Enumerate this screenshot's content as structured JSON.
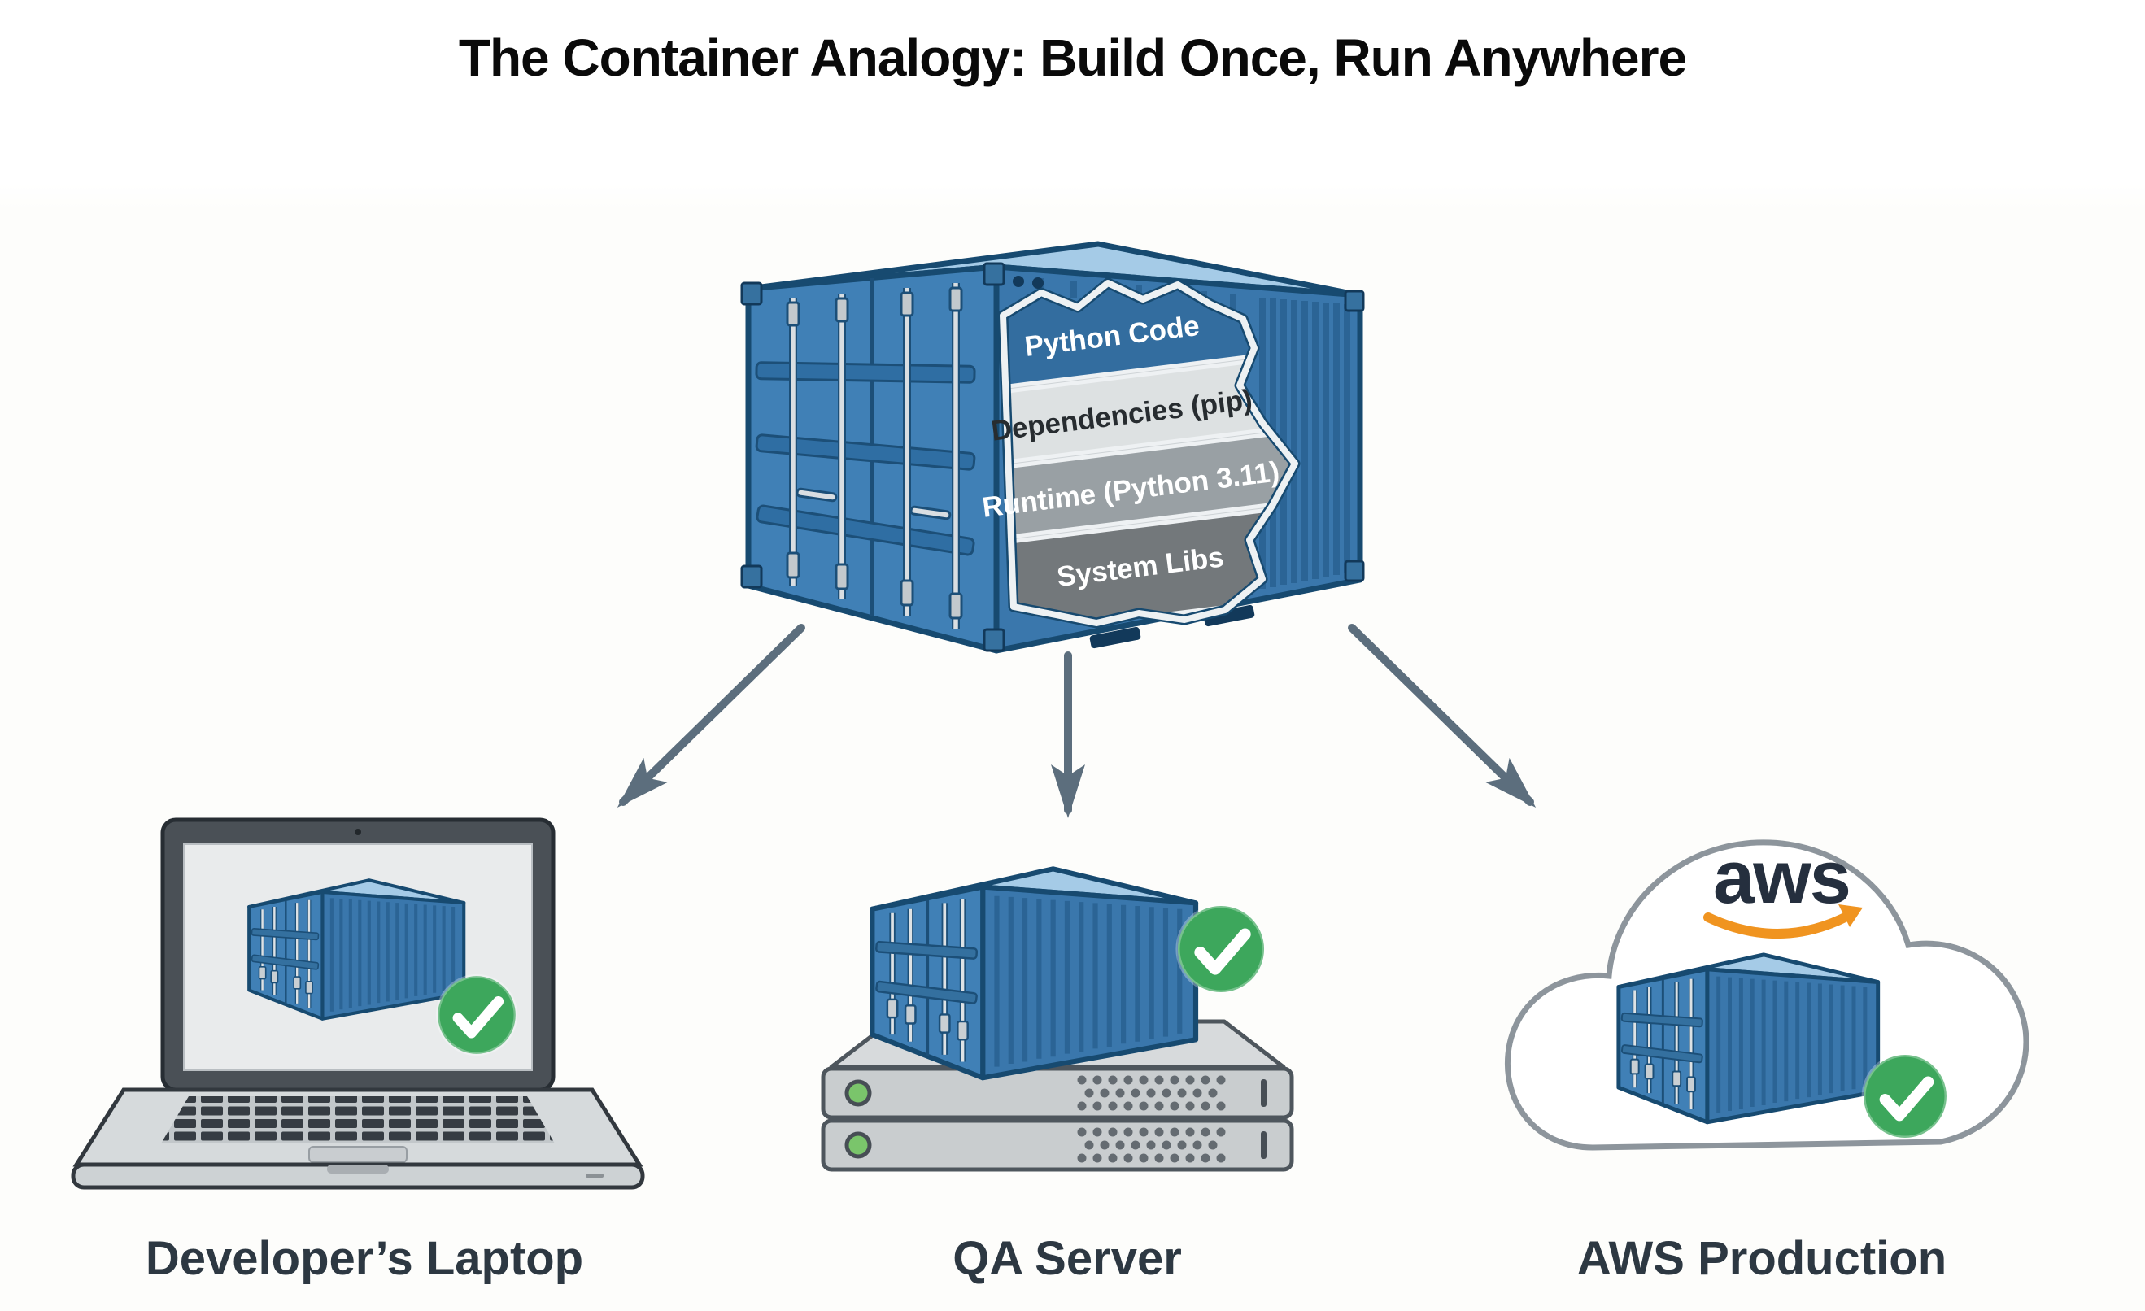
{
  "title": "The Container Analogy: Build Once, Run Anywhere",
  "container": {
    "description": "shipping container cutaway revealing image layers",
    "layers": [
      {
        "label": "Python Code",
        "bg": "#336d9f",
        "text_color": "#ffffff"
      },
      {
        "label": "Dependencies (pip)",
        "bg": "#dde1e2",
        "text_color": "#272c30"
      },
      {
        "label": "Runtime (Python 3.11)",
        "bg": "#99a0a4",
        "text_color": "#ffffff"
      },
      {
        "label": "System Libs",
        "bg": "#73787b",
        "text_color": "#ffffff"
      }
    ]
  },
  "targets": [
    {
      "label": "Developer’s Laptop",
      "status_icon": "check-circle"
    },
    {
      "label": "QA Server",
      "status_icon": "check-circle"
    },
    {
      "label": "AWS Production",
      "status_icon": "check-circle",
      "cloud_logo": "aws"
    }
  ],
  "colors": {
    "container_door_blue": "#4080b6",
    "container_side_blue": "#3a77ac",
    "container_top_blue": "#a5cbe7",
    "container_outline": "#174a70",
    "corrugation_blue": "#2b6495",
    "check_green": "#3da75c",
    "arrow_gray": "#5c6e7d",
    "aws_navy": "#252f3e",
    "aws_orange": "#f09420",
    "caption_text": "#2d3842"
  }
}
